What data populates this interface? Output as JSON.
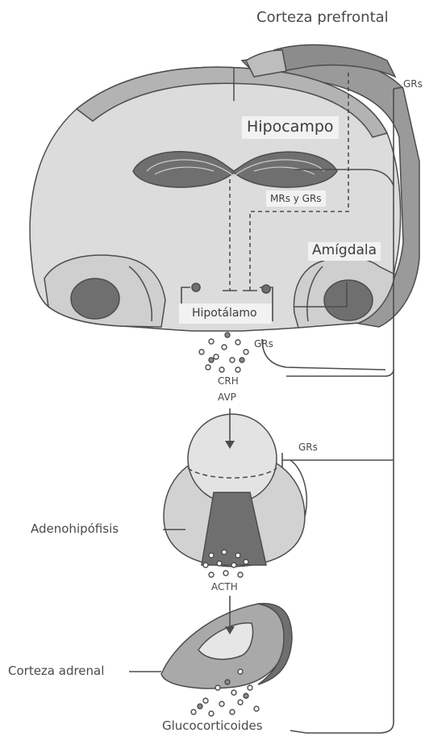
{
  "labels": {
    "prefrontal": "Corteza  prefrontal",
    "grs_top": "GRs",
    "hippocampus": "Hipocampo",
    "mrs_grs": "MRs y GRs",
    "amygdala": "Amígdala",
    "hypothalamus": "Hipotálamo",
    "grs_hypo": "GRs",
    "crh": "CRH",
    "avp": "AVP",
    "grs_pit": "GRs",
    "adenohypophysis": "Adenohipófisis",
    "acth": "ACTH",
    "adrenal": "Corteza adrenal",
    "glucocorticoids": "Glucocorticoides"
  },
  "colors": {
    "tissue_light": "#dcdcdc",
    "tissue_mid": "#a9a9a9",
    "tissue_dark": "#6f6f6f",
    "line": "#4d4d4d",
    "label_box": "#f2f2f2"
  }
}
